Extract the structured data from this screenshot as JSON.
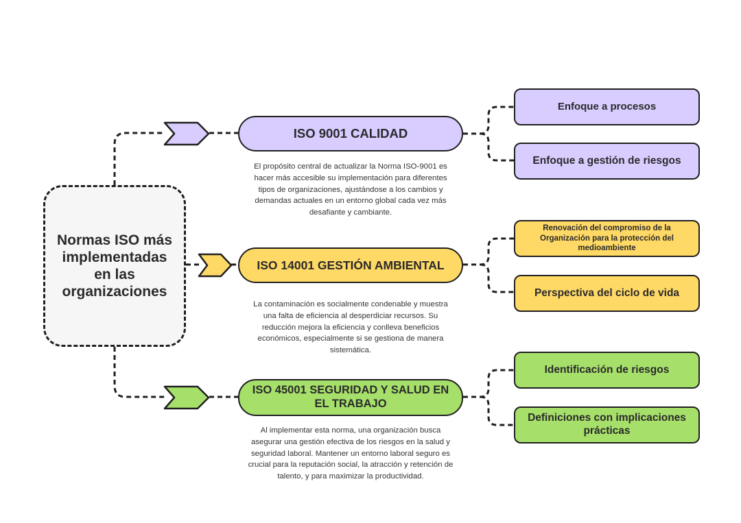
{
  "root": {
    "label": "Normas ISO más implementadas en las organizaciones"
  },
  "colors": {
    "purple": "#d9ccff",
    "yellow": "#ffd966",
    "green": "#a6e06a",
    "outline": "#1f1f1f"
  },
  "branches": [
    {
      "title": "ISO 9001 CALIDAD",
      "description": "El propósito central de actualizar la Norma ISO-9001 es hacer más accesible su implementación para diferentes tipos de organizaciones, ajustándose a los cambios y demandas actuales en un entorno global cada vez más desafiante y cambiante.",
      "children": [
        "Enfoque a procesos",
        "Enfoque a gestión de riesgos"
      ]
    },
    {
      "title": "ISO 14001 GESTIÓN AMBIENTAL",
      "description": "La contaminación es socialmente condenable y muestra una falta de eficiencia al desperdiciar recursos. Su reducción mejora la eficiencia y conlleva beneficios económicos, especialmente si se gestiona de manera sistemática.",
      "children": [
        "Renovación del compromiso de la Organización para la protección del medioambiente",
        "Perspectiva del ciclo de vida"
      ]
    },
    {
      "title": "ISO 45001 SEGURIDAD Y SALUD EN EL TRABAJO",
      "description": "Al implementar esta norma, una organización busca asegurar una gestión efectiva de los riesgos en la salud y seguridad laboral. Mantener un entorno laboral seguro es crucial para la reputación social, la atracción y retención de talento, y para maximizar la productividad.",
      "children": [
        "Identificación de riesgos",
        "Definiciones con implicaciones prácticas"
      ]
    }
  ]
}
